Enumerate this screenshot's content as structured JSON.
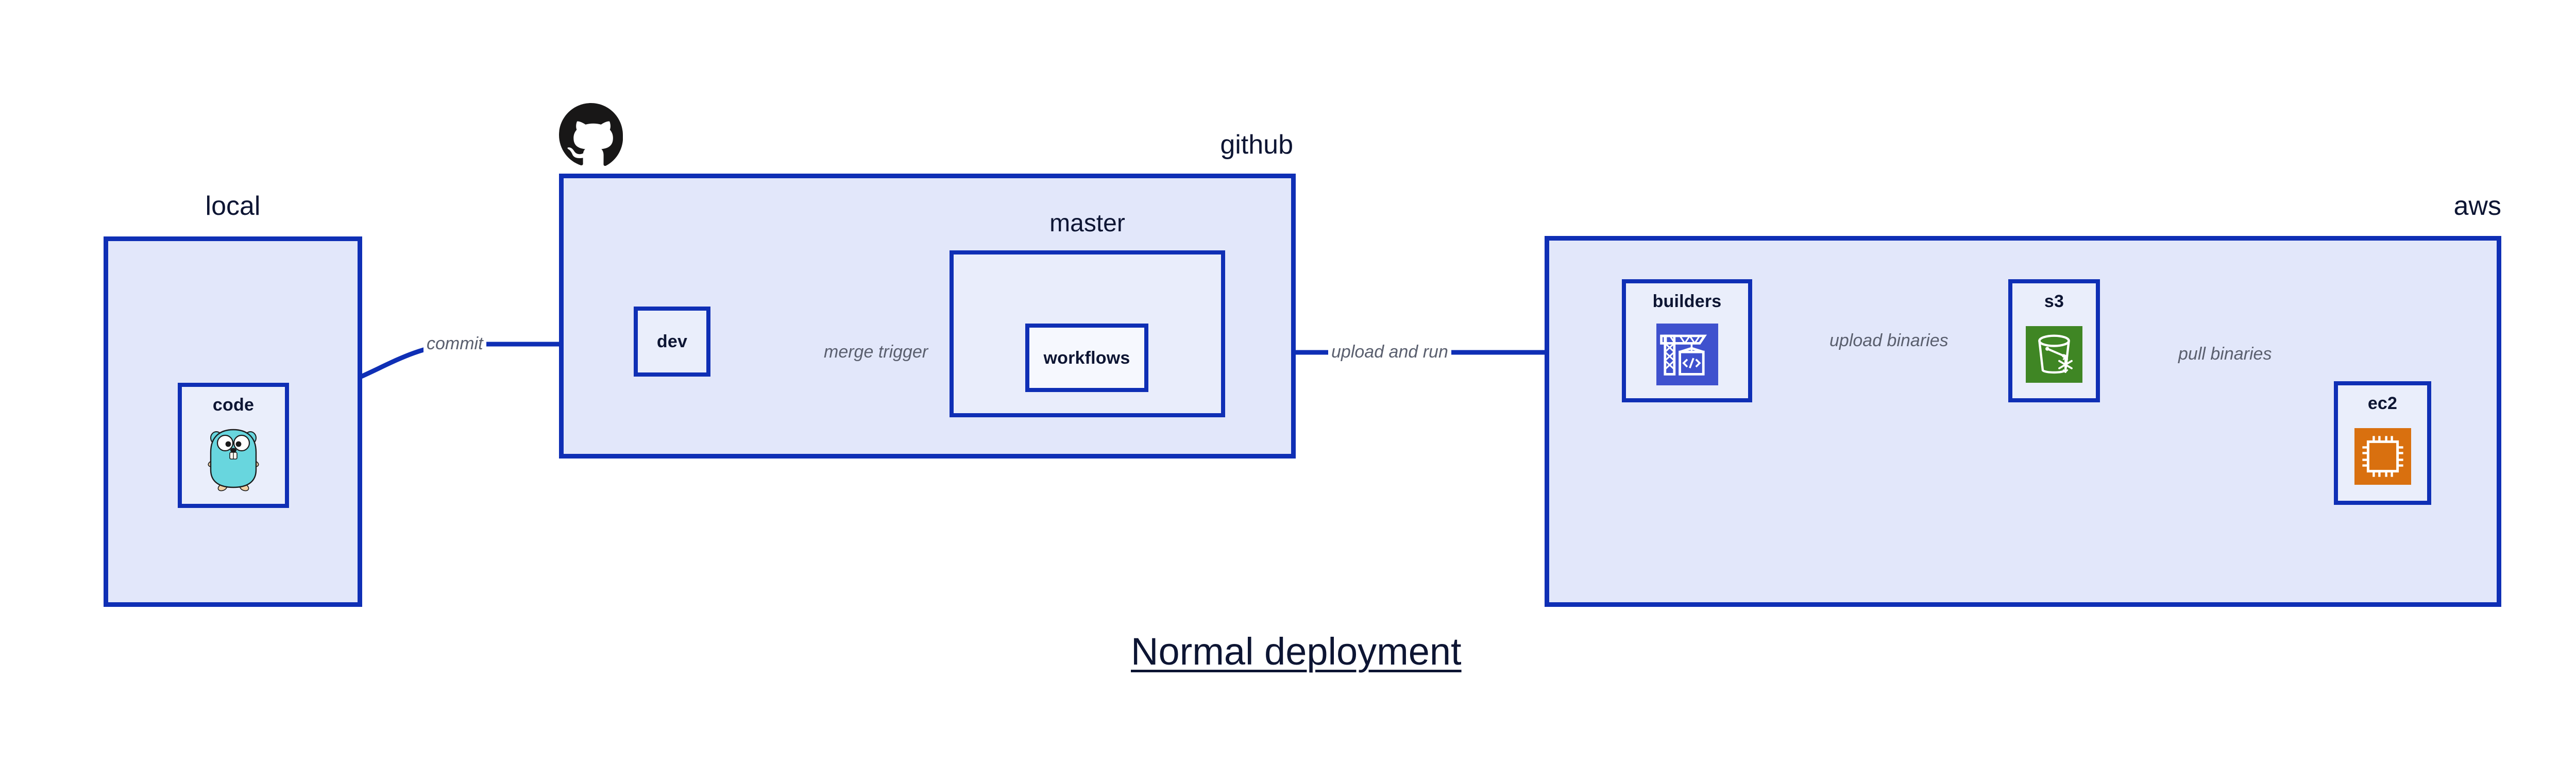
{
  "title": {
    "text": "Normal deployment"
  },
  "colors": {
    "group_fill": "#e2e7fa",
    "subgroup_fill": "#e9edfb",
    "node_fill": "#eaeefb",
    "stroke_blue": "#0f2fb5",
    "text_dark": "#0d1533",
    "edge_label_gray": "#5a5f6e",
    "gopher_cyan": "#68d6de",
    "builders_blue": "#3f51ce",
    "s3_green": "#3f8624",
    "ec2_orange": "#d9700f",
    "octocat_black": "#181717"
  },
  "groups": [
    {
      "id": "local",
      "label": "local",
      "label_align": "center"
    },
    {
      "id": "github",
      "label": "github",
      "label_align": "right"
    },
    {
      "id": "master",
      "label": "master",
      "label_align": "center"
    },
    {
      "id": "aws",
      "label": "aws",
      "label_align": "right"
    }
  ],
  "nodes": [
    {
      "id": "code",
      "label": "code",
      "icon": "go-gopher-icon"
    },
    {
      "id": "dev",
      "label": "dev",
      "icon": null
    },
    {
      "id": "workflows",
      "label": "workflows",
      "icon": null
    },
    {
      "id": "builders",
      "label": "builders",
      "icon": "aws-codebuild-crane-icon"
    },
    {
      "id": "s3",
      "label": "s3",
      "icon": "aws-s3-bucket-snowflake-icon"
    },
    {
      "id": "ec2",
      "label": "ec2",
      "icon": "aws-ec2-chip-icon"
    }
  ],
  "edges": [
    {
      "id": "commit",
      "label": "commit",
      "from": "code",
      "to": "dev"
    },
    {
      "id": "merge-trigger",
      "label": "merge trigger",
      "from": "dev",
      "to": "workflows"
    },
    {
      "id": "upload-and-run",
      "label": "upload and run",
      "from": "workflows",
      "to": "builders"
    },
    {
      "id": "upload-binaries",
      "label": "upload binaries",
      "from": "builders",
      "to": "s3"
    },
    {
      "id": "pull-binaries",
      "label": "pull binaries",
      "from": "s3",
      "to": "ec2"
    }
  ],
  "logos": [
    {
      "id": "github-octocat",
      "name": "github-octocat-logo",
      "attached_to": "github"
    }
  ]
}
